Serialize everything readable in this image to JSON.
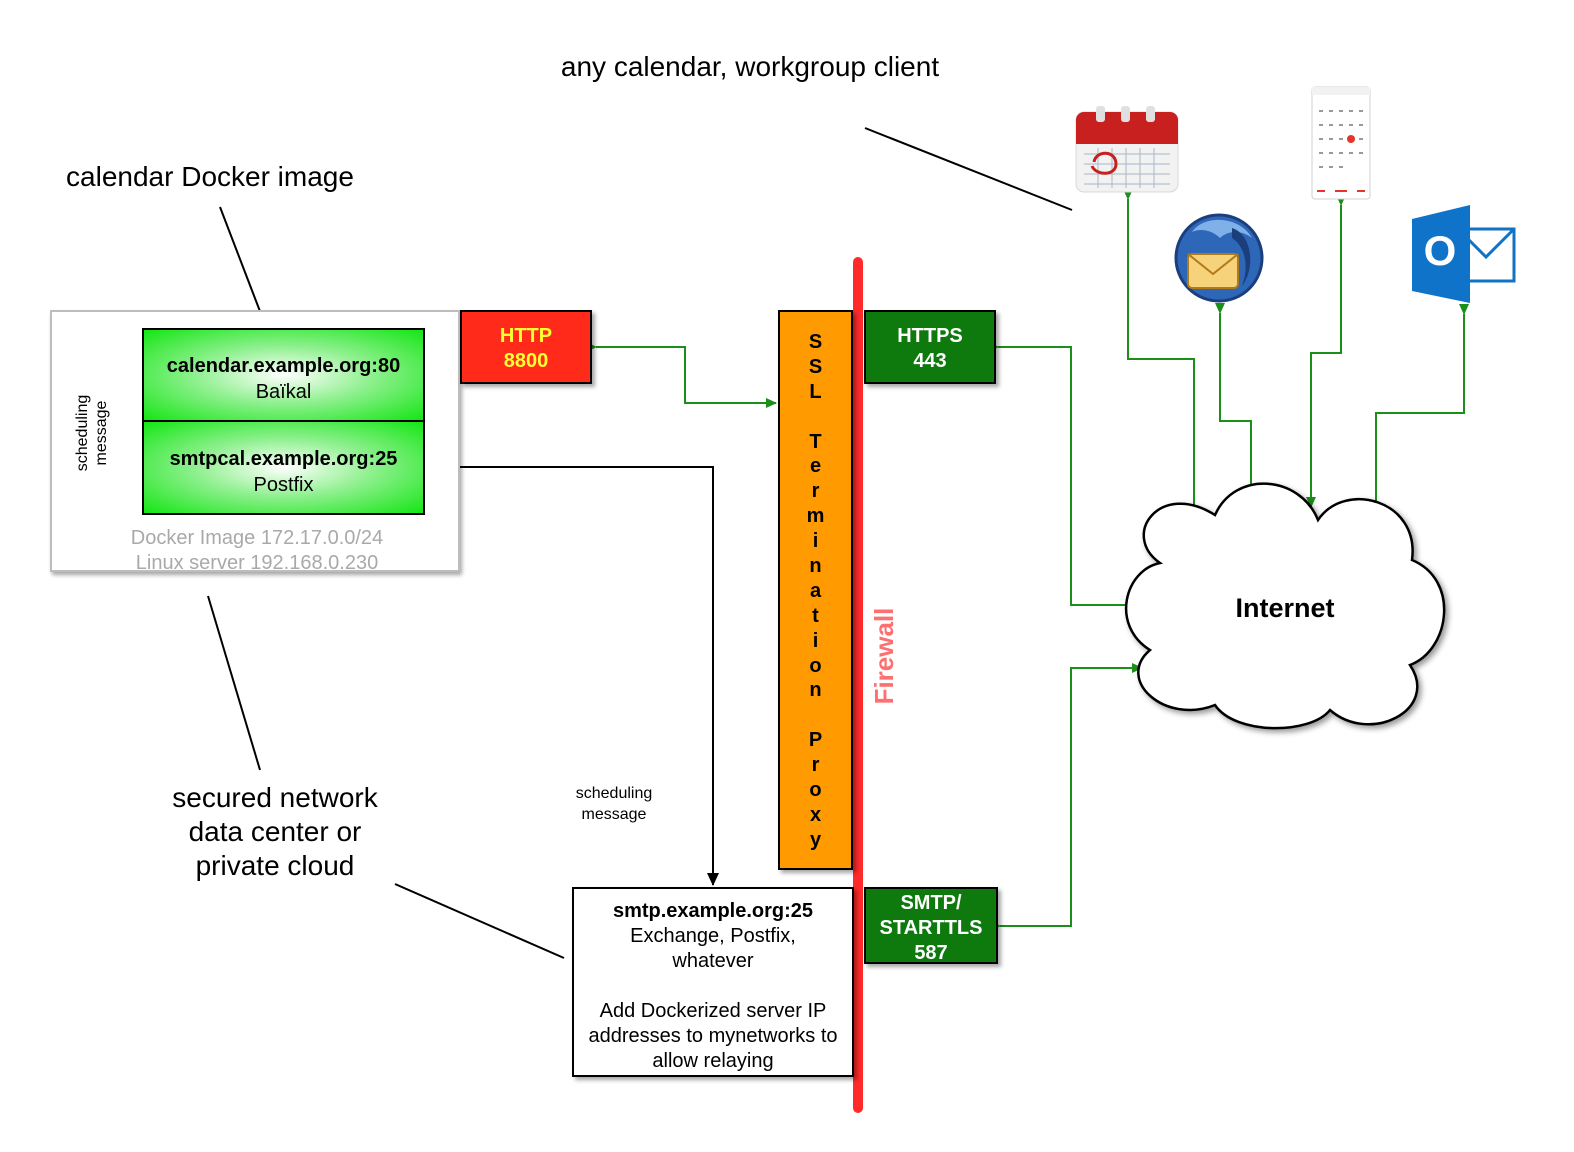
{
  "annotations": {
    "client_note": "any calendar, workgroup client",
    "docker_note": "calendar Docker image",
    "network_note": "secured network data center or private cloud",
    "scheduling_left": "scheduling message",
    "scheduling_mid": "scheduling message"
  },
  "docker_host": {
    "image_label": "Docker Image 172.17.0.0/24",
    "server_label": "Linux server 192.168.0.230"
  },
  "calendar_service": {
    "host": "calendar.example.org:80",
    "software": "Baïkal"
  },
  "smtpcal_service": {
    "host": "smtpcal.example.org:25",
    "software": "Postfix"
  },
  "http_port": {
    "proto": "HTTP",
    "port": "8800"
  },
  "https_port": {
    "proto": "HTTPS",
    "port": "443"
  },
  "smtp_port": {
    "proto": "SMTP/",
    "proto2": "STARTTLS",
    "port": "587"
  },
  "ssl_proxy": {
    "label": "SSL Termination Proxy"
  },
  "firewall": {
    "label": "Firewall"
  },
  "internet": {
    "label": "Internet"
  },
  "smtp_server": {
    "host": "smtp.example.org:25",
    "software_line1": "Exchange, Postfix,",
    "software_line2": "whatever",
    "note_line1": "Add Dockerized server IP",
    "note_line2": "addresses to mynetworks to",
    "note_line3": "allow relaying"
  },
  "clients": {
    "outlook_letter": "O"
  },
  "colors": {
    "green_arrow": "#1a8f1a",
    "port_green": "#0e7a0e",
    "http_red": "#ff2a1a",
    "http_text": "#ffff33",
    "proxy_orange": "#ff9a00",
    "firewall_red": "#ff2a2a"
  }
}
